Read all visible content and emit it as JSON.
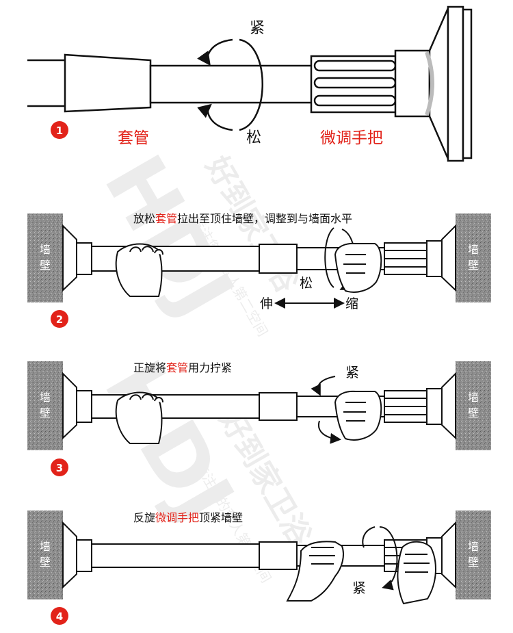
{
  "step1": {
    "badge": "1",
    "tight_label": "紧",
    "loose_label": "松",
    "sleeve_label": "套管",
    "handle_label": "微调手把"
  },
  "step2": {
    "badge": "2",
    "instruction_pre": "放松",
    "instruction_hl": "套管",
    "instruction_post": "拉出至顶住墙壁，调整到与墙面水平",
    "loose_label": "松",
    "extend_label": "伸",
    "shrink_label": "缩",
    "wall_label_line1": "墙",
    "wall_label_line2": "壁"
  },
  "step3": {
    "badge": "3",
    "instruction_pre": "正旋将",
    "instruction_hl": "套管",
    "instruction_post": "用力拧紧",
    "tight_label": "紧",
    "wall_label_line1": "墙",
    "wall_label_line2": "壁"
  },
  "step4": {
    "badge": "4",
    "instruction_pre": "反旋",
    "instruction_hl": "微调手把",
    "instruction_post": "顶紧墙壁",
    "tight_label": "紧",
    "wall_label_line1": "墙",
    "wall_label_line2": "壁"
  },
  "watermark": {
    "logo": "HDJ",
    "brand": "好到家卫浴",
    "slogan": "专注您的私人第二空间"
  },
  "colors": {
    "accent_red": "#e2231a",
    "wall_gray": "#8a8a8a",
    "line": "#111111"
  }
}
